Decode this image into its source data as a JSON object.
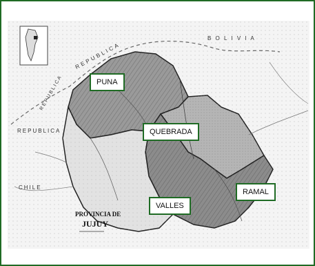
{
  "map": {
    "title_line1": "PROVINCIA DE",
    "title_line2": "JUJUY",
    "country_labels": {
      "left_vertical": "REPUBLICA",
      "left_mid": "REPUBLICA",
      "left_lower": "CHILE",
      "top_curved": "REPUBLICA",
      "top_right": "B O L I V I A"
    },
    "regions": [
      {
        "id": "puna",
        "label": "PUNA"
      },
      {
        "id": "quebrada",
        "label": "QUEBRADA"
      },
      {
        "id": "valles",
        "label": "VALLES"
      },
      {
        "id": "ramal",
        "label": "RAMAL"
      }
    ]
  },
  "colors": {
    "border": "#1f6b24",
    "label_border": "#1f6b24"
  }
}
